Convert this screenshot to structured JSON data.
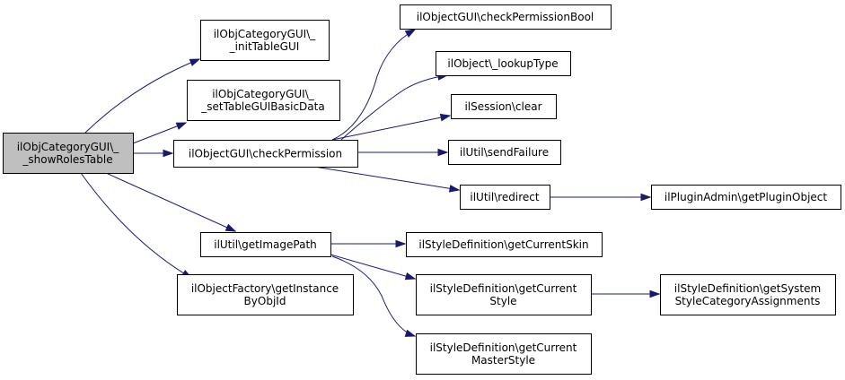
{
  "graph": {
    "nodes": [
      {
        "id": "root",
        "lines": [
          "ilObjCategoryGUI\\_",
          "_showRolesTable"
        ],
        "root": true
      },
      {
        "id": "initTableGUI",
        "lines": [
          "ilObjCategoryGUI\\_",
          "_initTableGUI"
        ]
      },
      {
        "id": "setTableGUIBasicData",
        "lines": [
          "ilObjCategoryGUI\\_",
          "_setTableGUIBasicData"
        ]
      },
      {
        "id": "checkPermission",
        "lines": [
          "ilObjectGUI\\checkPermission"
        ]
      },
      {
        "id": "getImagePath",
        "lines": [
          "ilUtil\\getImagePath"
        ]
      },
      {
        "id": "getInstanceByObjId",
        "lines": [
          "ilObjectFactory\\getInstance",
          "ByObjId"
        ]
      },
      {
        "id": "checkPermissionBool",
        "lines": [
          "ilObjectGUI\\checkPermissionBool"
        ]
      },
      {
        "id": "lookupType",
        "lines": [
          "ilObject\\_lookupType"
        ]
      },
      {
        "id": "sessionClear",
        "lines": [
          "ilSession\\clear"
        ]
      },
      {
        "id": "sendFailure",
        "lines": [
          "ilUtil\\sendFailure"
        ]
      },
      {
        "id": "redirect",
        "lines": [
          "ilUtil\\redirect"
        ]
      },
      {
        "id": "getPluginObject",
        "lines": [
          "ilPluginAdmin\\getPluginObject"
        ]
      },
      {
        "id": "getCurrentSkin",
        "lines": [
          "ilStyleDefinition\\getCurrentSkin"
        ]
      },
      {
        "id": "getCurrentStyle",
        "lines": [
          "ilStyleDefinition\\getCurrent",
          "Style"
        ]
      },
      {
        "id": "getSystemStyleCategoryAssignments",
        "lines": [
          "ilStyleDefinition\\getSystem",
          "StyleCategoryAssignments"
        ]
      },
      {
        "id": "getCurrentMasterStyle",
        "lines": [
          "ilStyleDefinition\\getCurrent",
          "MasterStyle"
        ]
      }
    ],
    "edges": [
      {
        "from": "root",
        "to": "initTableGUI"
      },
      {
        "from": "root",
        "to": "setTableGUIBasicData"
      },
      {
        "from": "root",
        "to": "checkPermission"
      },
      {
        "from": "root",
        "to": "getImagePath"
      },
      {
        "from": "root",
        "to": "getInstanceByObjId"
      },
      {
        "from": "checkPermission",
        "to": "checkPermissionBool"
      },
      {
        "from": "checkPermission",
        "to": "lookupType"
      },
      {
        "from": "checkPermission",
        "to": "sessionClear"
      },
      {
        "from": "checkPermission",
        "to": "sendFailure"
      },
      {
        "from": "checkPermission",
        "to": "redirect"
      },
      {
        "from": "redirect",
        "to": "getPluginObject"
      },
      {
        "from": "getImagePath",
        "to": "getCurrentSkin"
      },
      {
        "from": "getImagePath",
        "to": "getCurrentStyle"
      },
      {
        "from": "getImagePath",
        "to": "getCurrentMasterStyle"
      },
      {
        "from": "getCurrentStyle",
        "to": "getSystemStyleCategoryAssignments"
      }
    ],
    "colors": {
      "edge": "#191970",
      "root_fill": "#bfbfbf",
      "node_fill": "#ffffff",
      "border": "#000000"
    }
  }
}
